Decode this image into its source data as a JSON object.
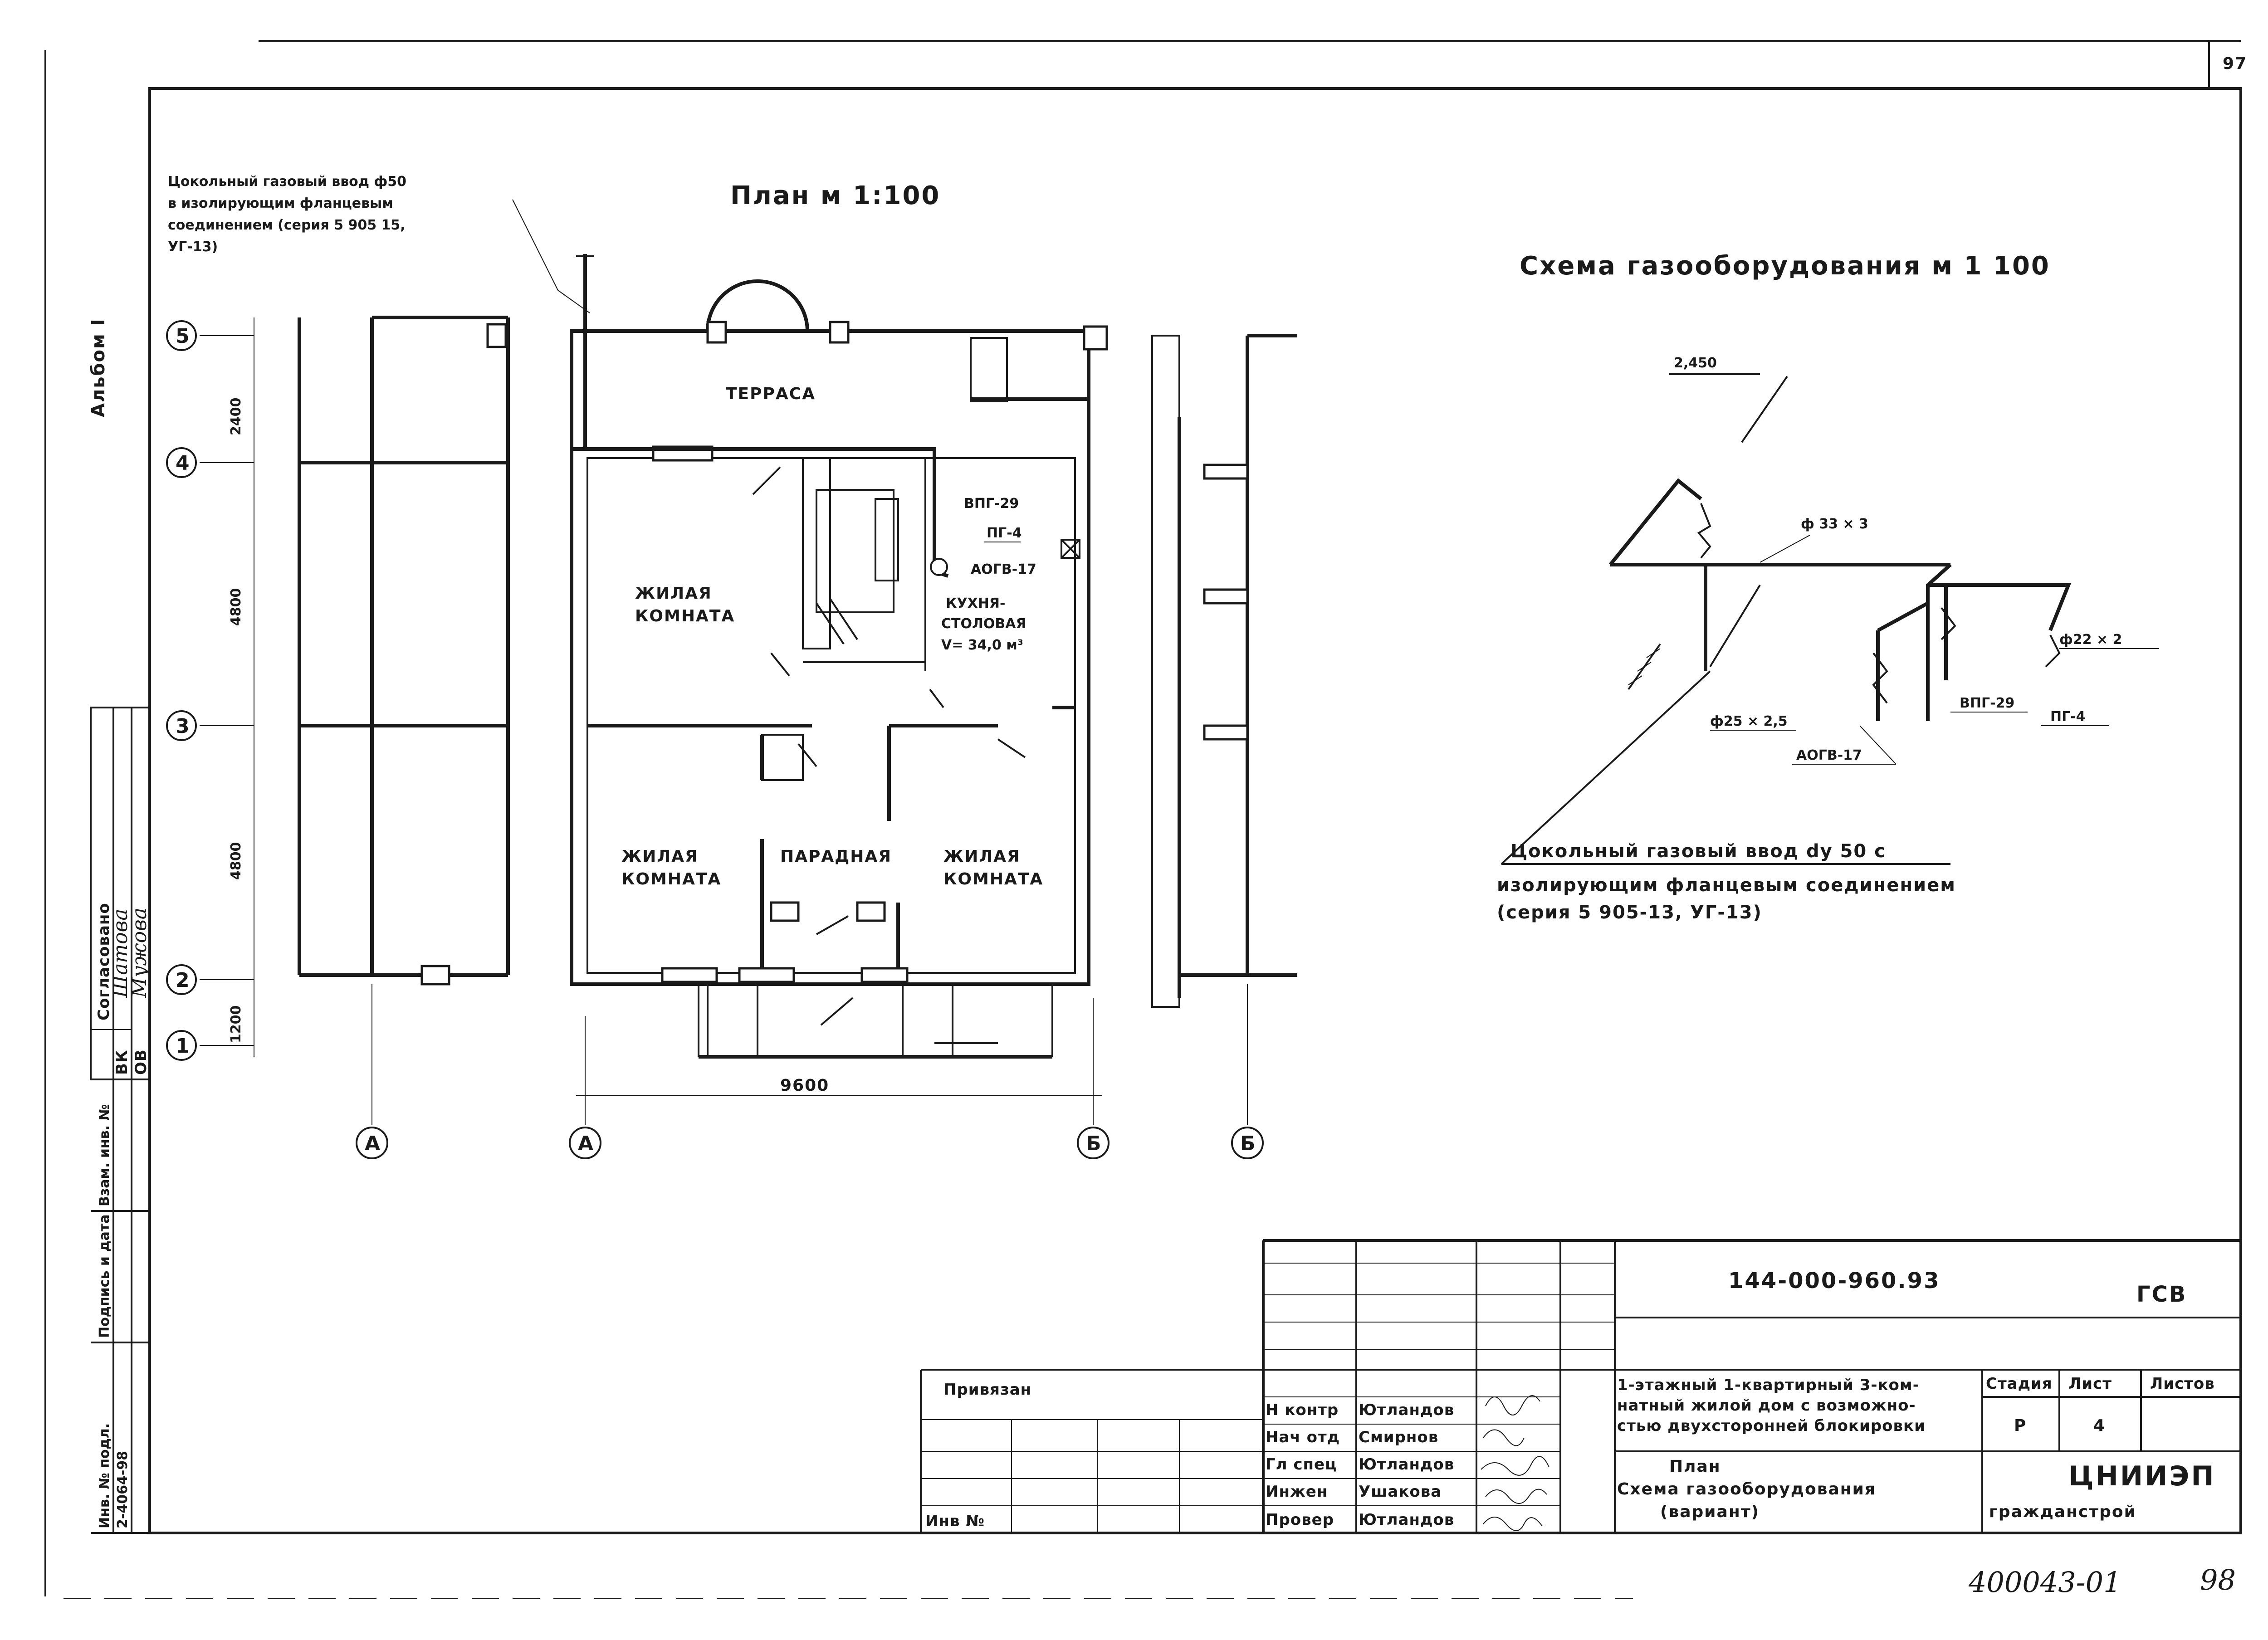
{
  "sheet_number_top": "97",
  "album_label": "Альбом I",
  "plan_title": "План м 1:100",
  "scheme_title": "Схема газооборудования м 1 100",
  "plinth_note_plan": [
    "Цокольный газовый ввод ф50",
    "в изолирующим фланцевым",
    "соединением (серия 5 905 15,",
    "УГ-13)"
  ],
  "rooms": {
    "terrace": "ТЕРРАСА",
    "living_1": [
      "ЖИЛАЯ",
      "КОМНАТА"
    ],
    "living_2": [
      "ЖИЛАЯ",
      "КОМНАТА"
    ],
    "living_3": [
      "ЖИЛАЯ",
      "КОМНАТА"
    ],
    "hall": "ПАРАДНАЯ",
    "kitchen": [
      "КУХНЯ-",
      "СТОЛОВАЯ",
      "V= 34,0 м³"
    ]
  },
  "equipment": {
    "vpg": "ВПГ-29",
    "pg": "ПГ-4",
    "aogv": "АОГВ-17"
  },
  "dimensions": {
    "d_2400": "2400",
    "d_4800a": "4800",
    "d_4800b": "4800",
    "d_1200": "1200",
    "d_9600": "9600"
  },
  "axes": {
    "a1": "1",
    "a2": "2",
    "a3": "3",
    "a4": "4",
    "a5": "5",
    "ax_a_left": "А",
    "ax_a": "А",
    "ax_b": "Б",
    "ax_b_right": "Б"
  },
  "scheme": {
    "elevation": "2,450",
    "pipe_33": "ф 33 × 3",
    "pipe_22": "ф22 × 2",
    "pipe_25": "ф25 × 2,5",
    "vpg": "ВПГ-29",
    "pg": "ПГ-4",
    "aogv": "АОГВ-17",
    "note": [
      "Цокольный газовый ввод dу 50  с",
      "изолирующим фланцевым соединением",
      "(серия 5 905-13, УГ-13)"
    ]
  },
  "stamp_side": {
    "agreed": "Согласовано",
    "vk": "ВК",
    "ov": "ОВ",
    "name_1": "Шатова",
    "name_2": "Мужова",
    "inv_sub": "Инв. № подл.",
    "sign_date": "Подпись и дата",
    "replace_inv": "Взам. инв. №",
    "inv_value": "2-4064-98"
  },
  "title_block": {
    "code": "144-000-960.93",
    "mark": "ГСВ",
    "privyazan": "Привязан",
    "inv_no": "Инв №",
    "roles": [
      {
        "role": "Н контр",
        "name": "Ютландов"
      },
      {
        "role": "Нач отд",
        "name": "Смирнов"
      },
      {
        "role": "Гл спец",
        "name": "Ютландов"
      },
      {
        "role": "Инжен",
        "name": "Ушакова"
      },
      {
        "role": "Провер",
        "name": "Ютландов"
      }
    ],
    "description": [
      "1-этажный 1-квартирный 3-ком-",
      "натный жилой дом с возможно-",
      "стью двухсторонней блокировки"
    ],
    "sheet_title": [
      "План",
      "Схема газооборудования",
      "(вариант)"
    ],
    "stage_h": "Стадия",
    "sheet_h": "Лист",
    "sheets_h": "Листов",
    "stage_v": "Р",
    "sheet_v": "4",
    "org": "ЦНИИЭП",
    "org_sub": "гражданстрой"
  },
  "footer_handwritten": "400043-01",
  "footer_page": "98"
}
